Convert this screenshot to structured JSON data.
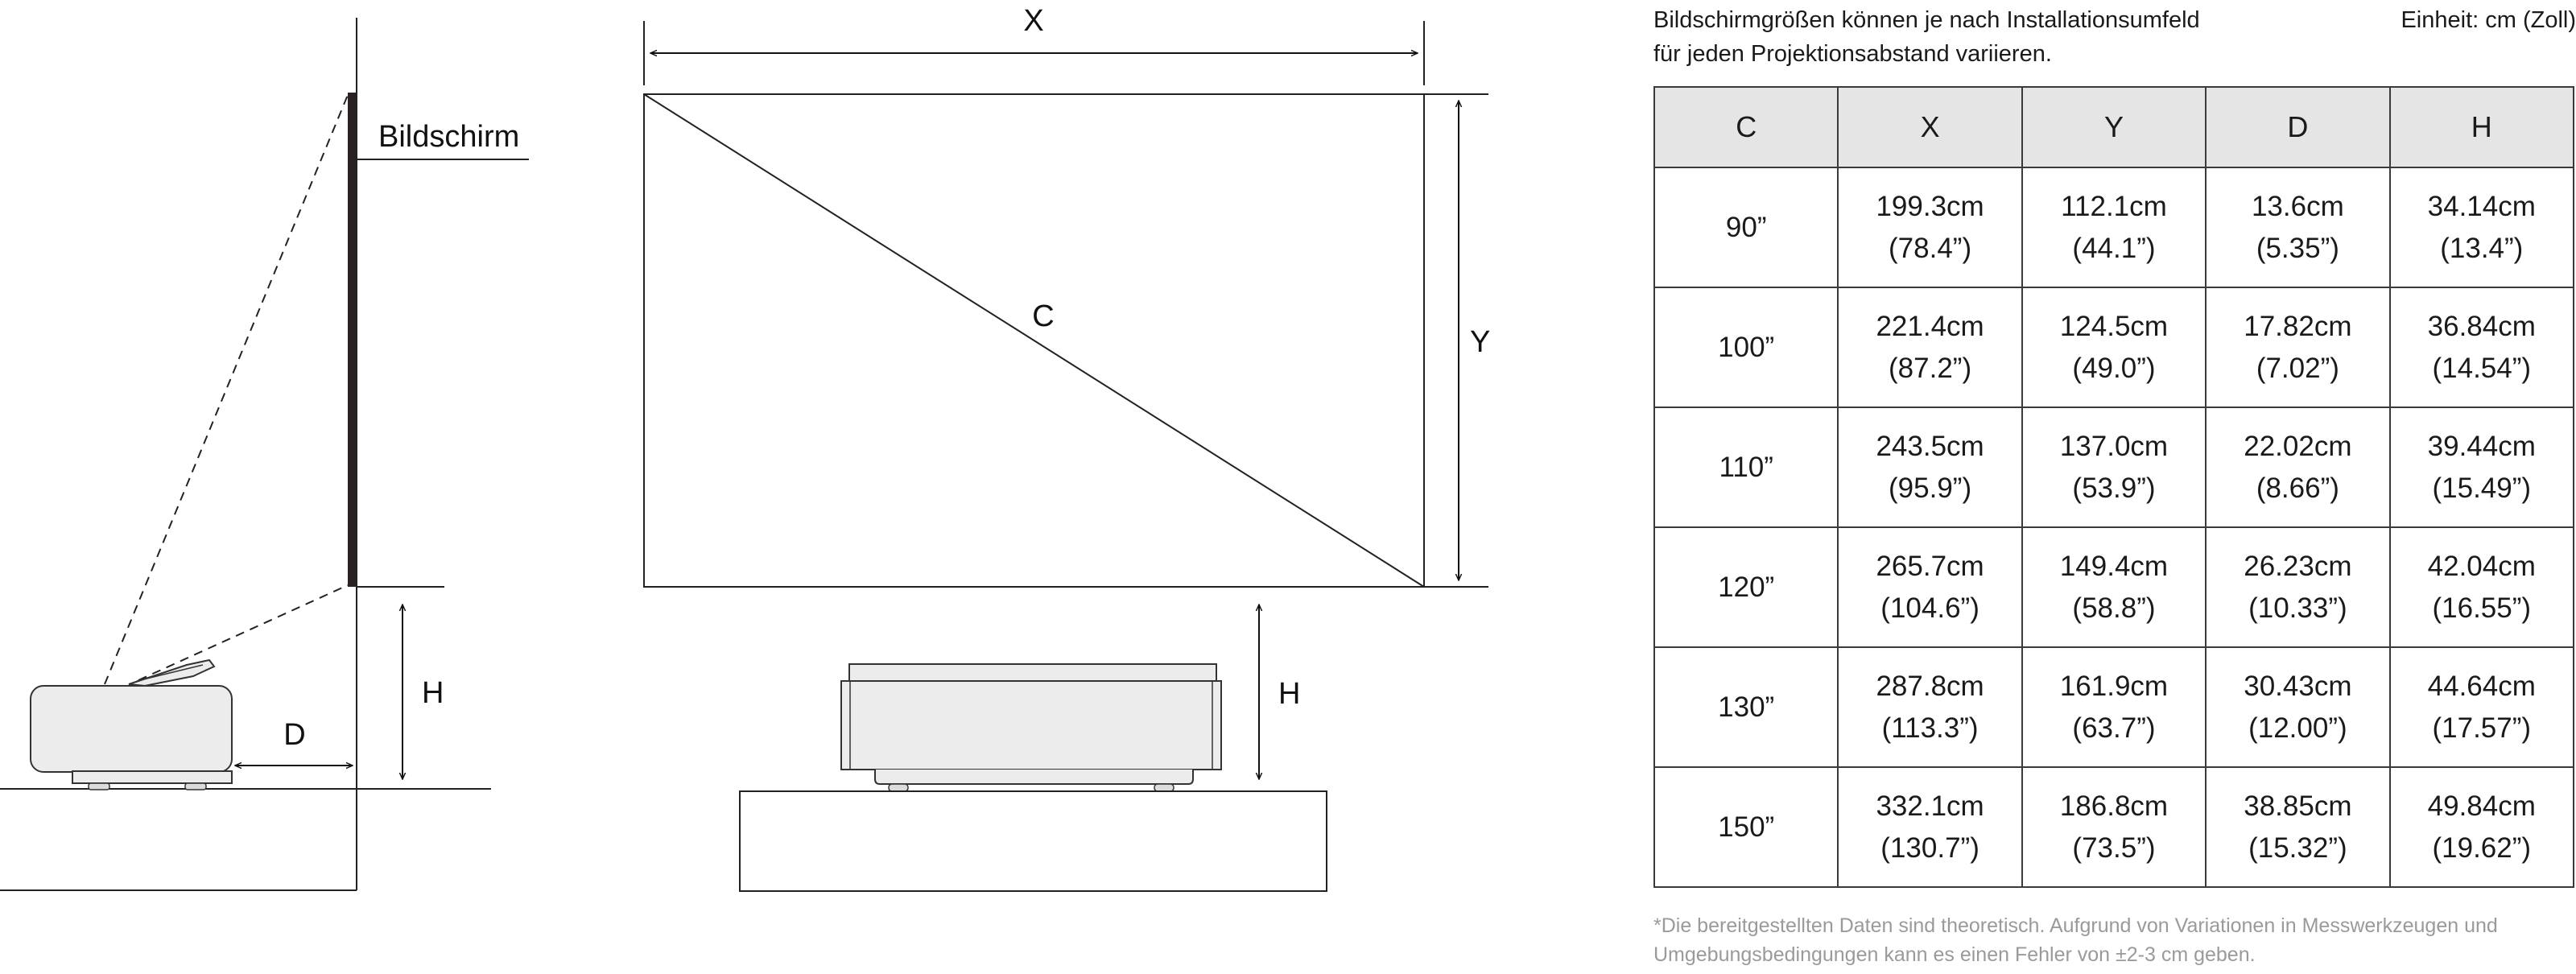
{
  "diagram": {
    "screen_label": "Bildschirm",
    "side_view": {
      "d_label": "D",
      "h_label": "H"
    },
    "front_view": {
      "x_label": "X",
      "y_label": "Y",
      "c_label": "C",
      "h_label": "H"
    }
  },
  "note": {
    "line1": "Bildschirmgrößen können je nach Installationsumfeld",
    "line2": "für jeden Projektionsabstand variieren."
  },
  "unit_label": "Einheit: cm (Zoll)",
  "table": {
    "headers": [
      "C",
      "X",
      "Y",
      "D",
      "H"
    ],
    "rows": [
      {
        "c": "90”",
        "x": [
          "199.3cm",
          "(78.4”)"
        ],
        "y": [
          "112.1cm",
          "(44.1”)"
        ],
        "d": [
          "13.6cm",
          "(5.35”)"
        ],
        "h": [
          "34.14cm",
          "(13.4”)"
        ]
      },
      {
        "c": "100”",
        "x": [
          "221.4cm",
          "(87.2”)"
        ],
        "y": [
          "124.5cm",
          "(49.0”)"
        ],
        "d": [
          "17.82cm",
          "(7.02”)"
        ],
        "h": [
          "36.84cm",
          "(14.54”)"
        ]
      },
      {
        "c": "110”",
        "x": [
          "243.5cm",
          "(95.9”)"
        ],
        "y": [
          "137.0cm",
          "(53.9”)"
        ],
        "d": [
          "22.02cm",
          "(8.66”)"
        ],
        "h": [
          "39.44cm",
          "(15.49”)"
        ]
      },
      {
        "c": "120”",
        "x": [
          "265.7cm",
          "(104.6”)"
        ],
        "y": [
          "149.4cm",
          "(58.8”)"
        ],
        "d": [
          "26.23cm",
          "(10.33”)"
        ],
        "h": [
          "42.04cm",
          "(16.55”)"
        ]
      },
      {
        "c": "130”",
        "x": [
          "287.8cm",
          "(113.3”)"
        ],
        "y": [
          "161.9cm",
          "(63.7”)"
        ],
        "d": [
          "30.43cm",
          "(12.00”)"
        ],
        "h": [
          "44.64cm",
          "(17.57”)"
        ]
      },
      {
        "c": "150”",
        "x": [
          "332.1cm",
          "(130.7”)"
        ],
        "y": [
          "186.8cm",
          "(73.5”)"
        ],
        "d": [
          "38.85cm",
          "(15.32”)"
        ],
        "h": [
          "49.84cm",
          "(19.62”)"
        ]
      }
    ]
  },
  "footnote": {
    "line1": "*Die bereitgestellten Daten sind theoretisch. Aufgrund von Variationen in Messwerkzeugen und",
    "line2": "Umgebungsbedingungen kann es einen Fehler von ±2-3 cm geben."
  }
}
